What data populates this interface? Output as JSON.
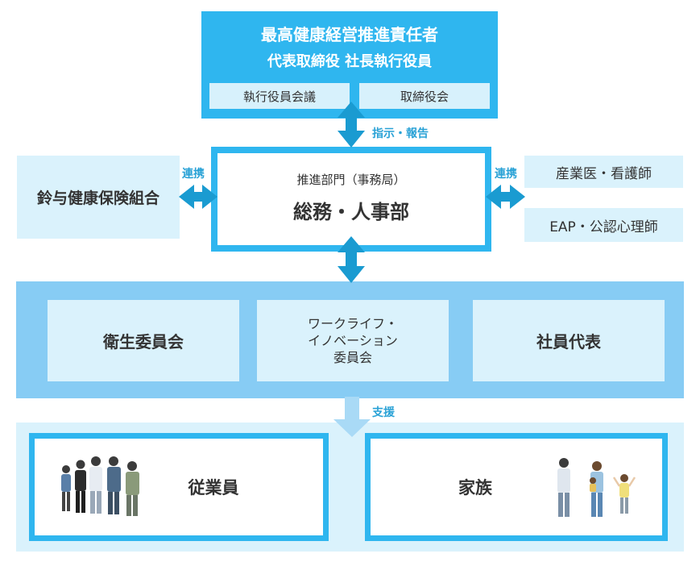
{
  "top": {
    "title": "最高健康経営推進責任者",
    "subtitle": "代表取締役 社長執行役員",
    "left_box": "執行役員会議",
    "right_box": "取締役会"
  },
  "labels": {
    "instruct_report": "指示・報告",
    "link_left": "連携",
    "link_right": "連携",
    "support": "支援"
  },
  "center": {
    "subtitle": "推進部門（事務局）",
    "title": "総務・人事部"
  },
  "left_box": "鈴与健康保険組合",
  "right_boxes": [
    "産業医・看護師",
    "EAP・公認心理師"
  ],
  "committees": {
    "c1": "衛生委員会",
    "c2_lines": [
      "ワークライフ・",
      "イノベーション",
      "委員会"
    ],
    "c3": "社員代表"
  },
  "targets": {
    "employees": "従業員",
    "family": "家族"
  },
  "colors": {
    "primary": "#2fb6ef",
    "light": "#daf2fc",
    "band": "#87ccf4",
    "arrow": "#1a9bd1",
    "text": "#333333"
  }
}
